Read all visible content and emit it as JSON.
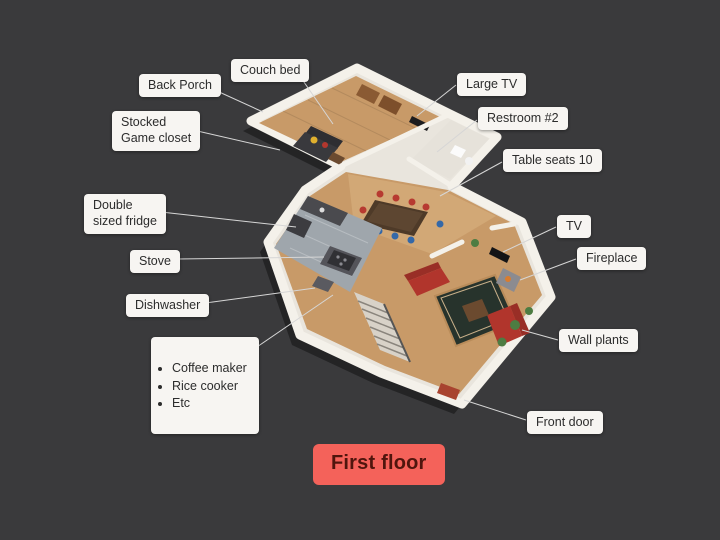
{
  "scene": {
    "background": "#3a3a3c"
  },
  "title": {
    "text": "First floor"
  },
  "callouts": {
    "couch_bed": "Couch bed",
    "back_porch": "Back Porch",
    "large_tv": "Large TV",
    "restroom_2": "Restroom #2",
    "game_closet": "Stocked\nGame closet",
    "table_seats_10": "Table seats 10",
    "double_fridge": "Double\nsized fridge",
    "tv": "TV",
    "stove": "Stove",
    "fireplace": "Fireplace",
    "dishwasher": "Dishwasher",
    "wall_plants": "Wall plants",
    "front_door": "Front door",
    "appliances": {
      "items": [
        "Coffee maker",
        "Rice cooker",
        "Etc"
      ]
    }
  },
  "palette": {
    "background": "#3a3a3c",
    "label_bg": "#f7f5f2",
    "label_text": "#2c2c2c",
    "title_bg": "#f4625a",
    "title_text": "#50150d",
    "leader_line": "#d6d6d6",
    "wall": "#f4f1ea",
    "wood": "#c89a68",
    "wood_light": "#d2a876",
    "kitchen_tile": "#9fa6ac",
    "sofa_red": "#b1352c",
    "rug_green": "#27332c",
    "plant_green": "#4d7c42",
    "door_red": "#a8432f"
  }
}
